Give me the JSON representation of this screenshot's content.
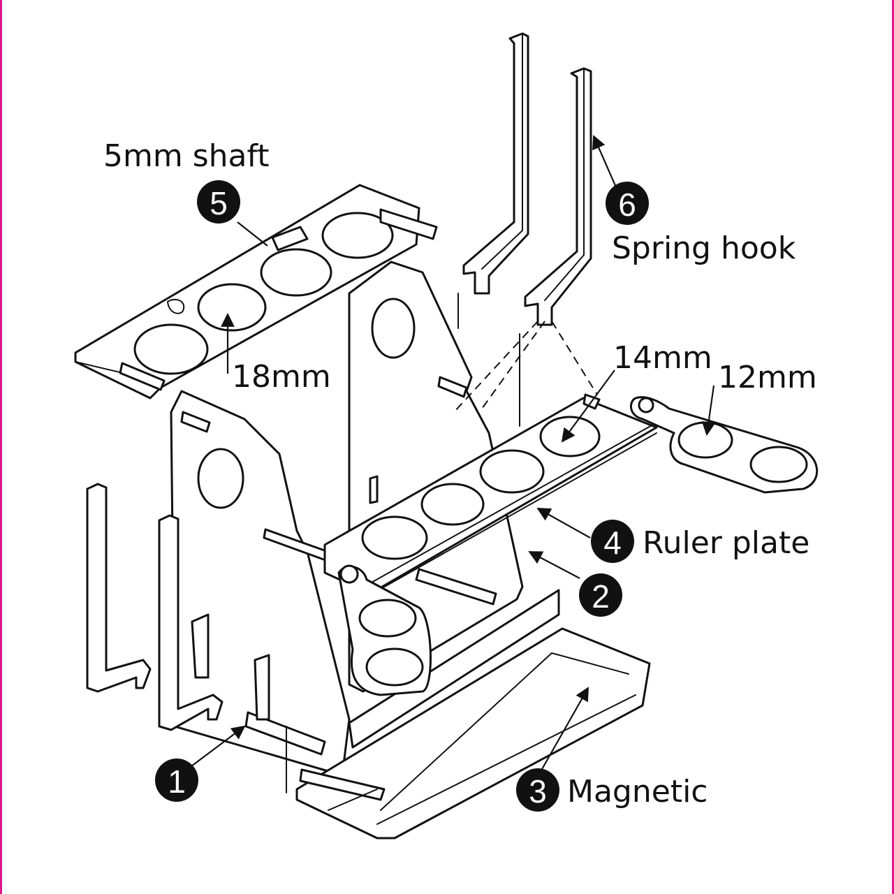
{
  "colors": {
    "border": "#e0158c",
    "ink": "#111111",
    "paper": "#ffffff"
  },
  "callouts": [
    {
      "number": "1",
      "label": ""
    },
    {
      "number": "2",
      "label": ""
    },
    {
      "number": "3",
      "label": "Magnetic"
    },
    {
      "number": "4",
      "label": "Ruler plate"
    },
    {
      "number": "5",
      "label": "5mm shaft"
    },
    {
      "number": "6",
      "label": "Spring hook"
    }
  ],
  "dimensions": {
    "top_hole": "18mm",
    "ruler_hole": "14mm",
    "arm_hole": "12mm"
  }
}
